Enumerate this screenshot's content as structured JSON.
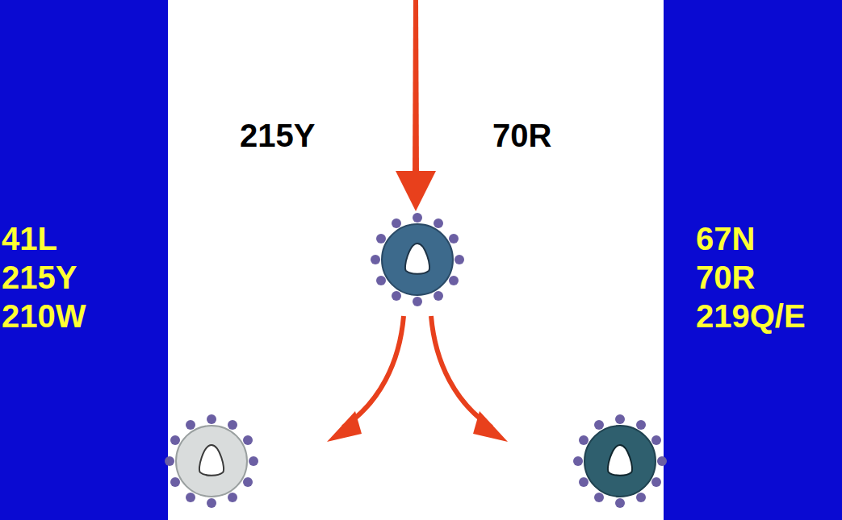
{
  "diagram": {
    "labels": [
      "215Y",
      "70R",
      "41L",
      "215Y",
      "210W",
      "67N",
      "70R",
      "219Q/E"
    ]
  }
}
